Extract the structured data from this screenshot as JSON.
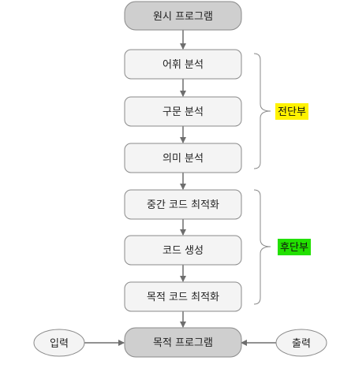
{
  "colors": {
    "terminal_fill": "#cfcfcf",
    "step_fill": "#f4f4f4",
    "box_stroke": "#8a8a8a",
    "arrow": "#6e6e6e",
    "frontend_highlight": "#fff200",
    "backend_highlight": "#22e000"
  },
  "nodes": {
    "source_program": "원시 프로그램",
    "lexical_analysis": "어휘 분석",
    "syntax_analysis": "구문 분석",
    "semantic_analysis": "의미 분석",
    "intermediate_optimization": "중간 코드 최적화",
    "code_generation": "코드 생성",
    "target_optimization": "목적 코드 최적화",
    "target_program": "목적 프로그램",
    "input": "입력",
    "output": "출력"
  },
  "groups": {
    "frontend": "전단부",
    "backend": "후단부"
  }
}
